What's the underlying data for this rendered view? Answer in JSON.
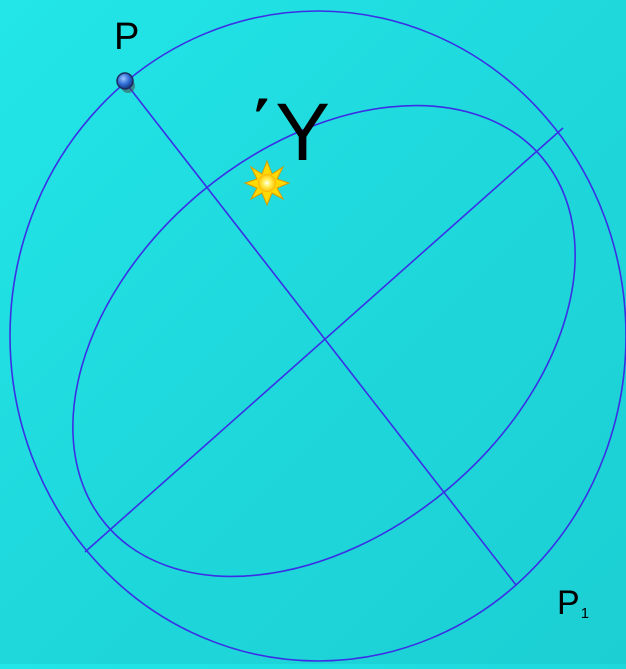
{
  "diagram": {
    "colors": {
      "background": "#1fd9dd",
      "lines": "#3b2fe6",
      "pole_marker": "#2f6fd6",
      "sun": "#ffe81a"
    },
    "labels": {
      "pole_north": "P",
      "pole_south": "P",
      "pole_south_subscript": "1",
      "vernal_equinox": "΄Υ"
    },
    "icons": {
      "pole_marker": "blue-sphere-icon",
      "sun": "sun-icon"
    }
  }
}
